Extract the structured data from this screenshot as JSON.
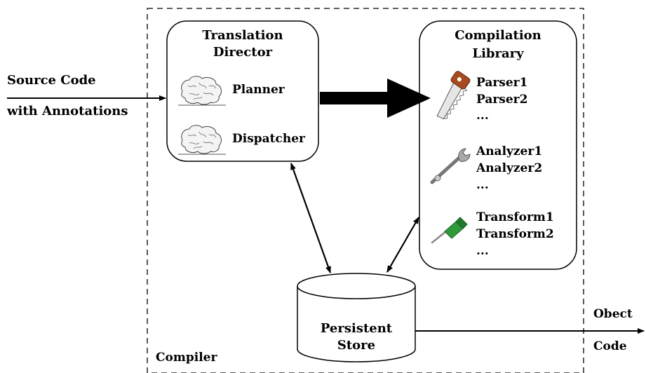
{
  "input": {
    "line1": "Source Code",
    "line2": "with Annotations"
  },
  "compiler_label": "Compiler",
  "director": {
    "title_line1": "Translation",
    "title_line2": "Director",
    "planner": "Planner",
    "dispatcher": "Dispatcher"
  },
  "library": {
    "title_line1": "Compilation",
    "title_line2": "Library",
    "parsers": [
      "Parser1",
      "Parser2",
      "..."
    ],
    "analyzers": [
      "Analyzer1",
      "Analyzer2",
      "..."
    ],
    "transforms": [
      "Transform1",
      "Transform2",
      "..."
    ]
  },
  "store": {
    "line1": "Persistent",
    "line2": "Store"
  },
  "output": {
    "line1": "Obect",
    "line2": "Code"
  }
}
